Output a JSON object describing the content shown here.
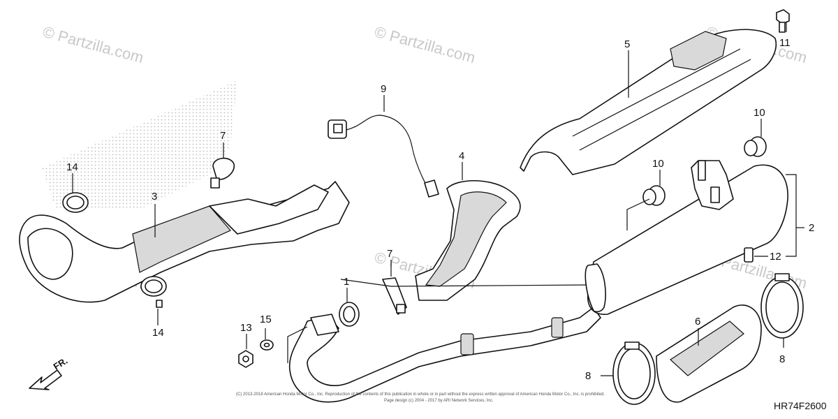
{
  "watermark": "© Partzilla.com",
  "callouts": {
    "c1": "1",
    "c2": "2",
    "c3": "3",
    "c4": "4",
    "c5": "5",
    "c6": "6",
    "c7a": "7",
    "c7b": "7",
    "c8a": "8",
    "c8b": "8",
    "c9": "9",
    "c10a": "10",
    "c10b": "10",
    "c11": "11",
    "c12": "12",
    "c13": "13",
    "c14a": "14",
    "c14b": "14",
    "c15": "15"
  },
  "front_label": "FR.",
  "copyright_line1": "(C) 2013-2018 American Honda Motor Co., Inc. Reproduction of the contents of this publication in whole or in part without the express written approval of American Honda Motor Co., Inc. is prohibited.",
  "copyright_line2": "Page design (c) 2004 - 2017 by ARI Network Services, Inc.",
  "diagram_code": "HR74F2600"
}
